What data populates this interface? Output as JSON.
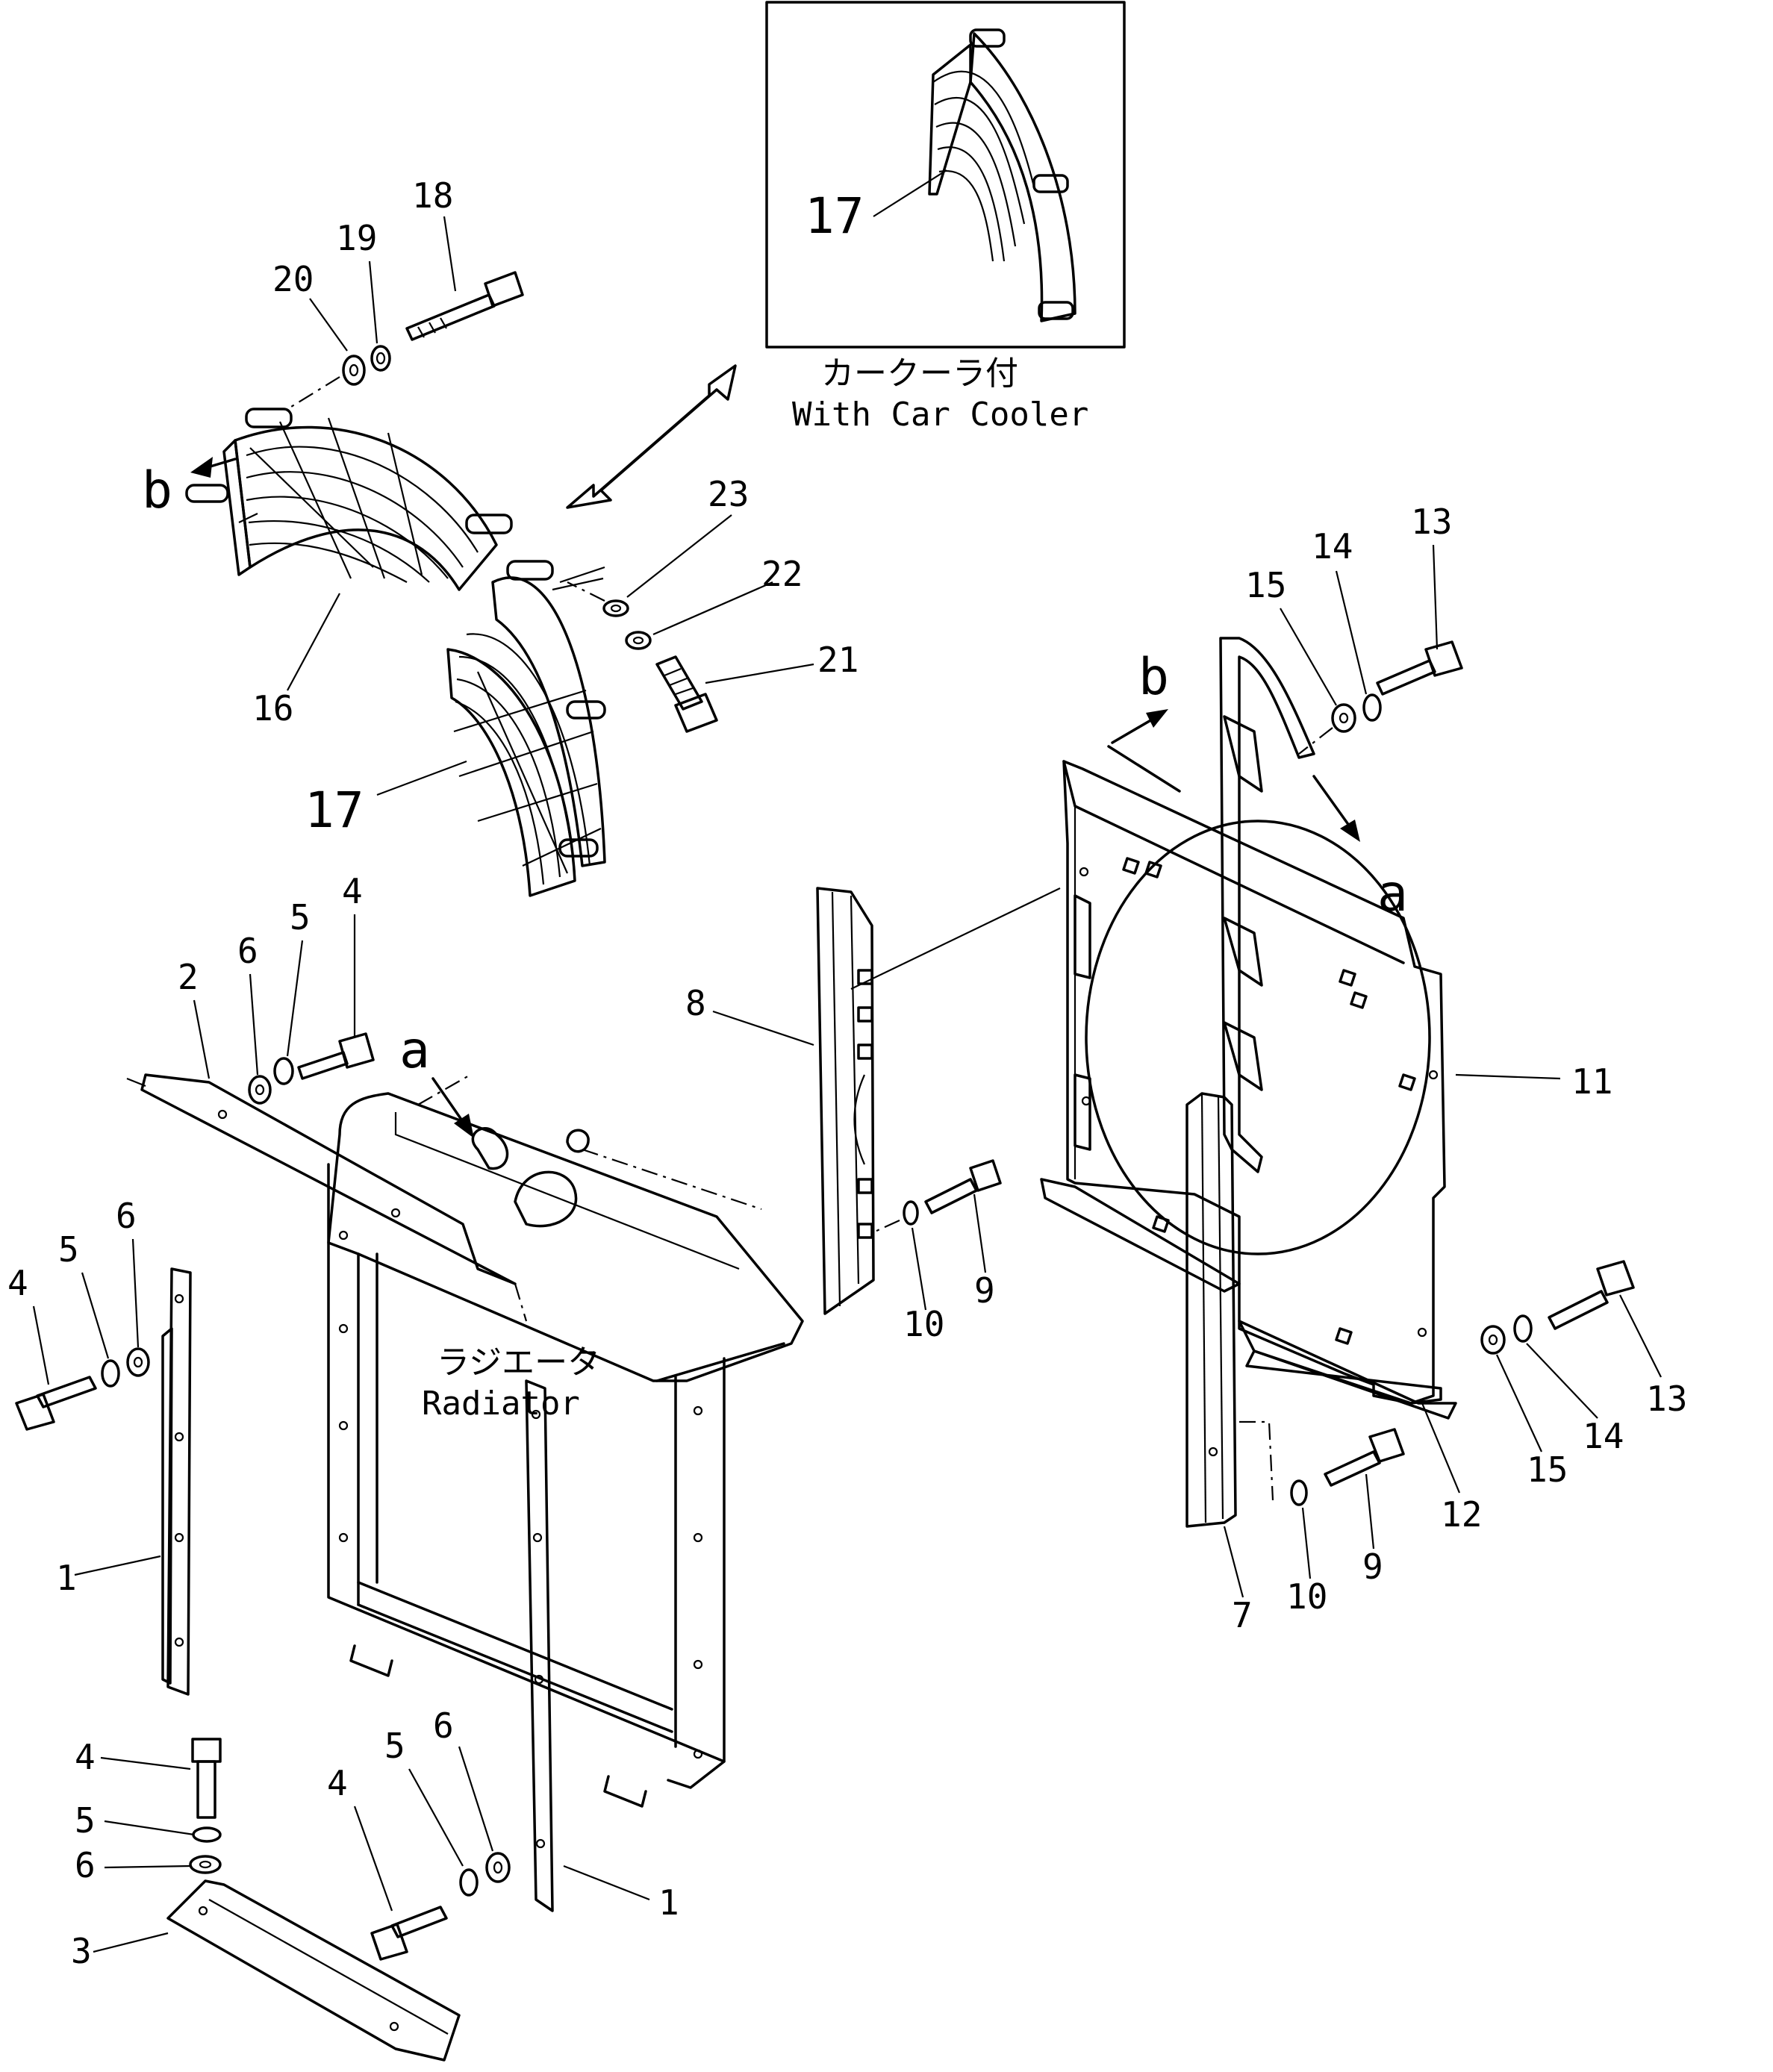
{
  "diagram": {
    "inset": {
      "caption_jp": "カークーラ付",
      "caption_en": "With Car Cooler",
      "part_label": "17"
    },
    "radiator_label_jp": "ラジエータ",
    "radiator_label_en": "Radiator",
    "view_letters": {
      "a": "a",
      "b": "b"
    },
    "callouts": {
      "p1": "1",
      "p2": "2",
      "p3": "3",
      "p4": "4",
      "p5": "5",
      "p6": "6",
      "p7": "7",
      "p8": "8",
      "p9": "9",
      "p10": "10",
      "p11": "11",
      "p12": "12",
      "p13": "13",
      "p14": "14",
      "p15": "15",
      "p16": "16",
      "p17": "17",
      "p18": "18",
      "p19": "19",
      "p20": "20",
      "p21": "21",
      "p22": "22",
      "p23": "23"
    }
  }
}
